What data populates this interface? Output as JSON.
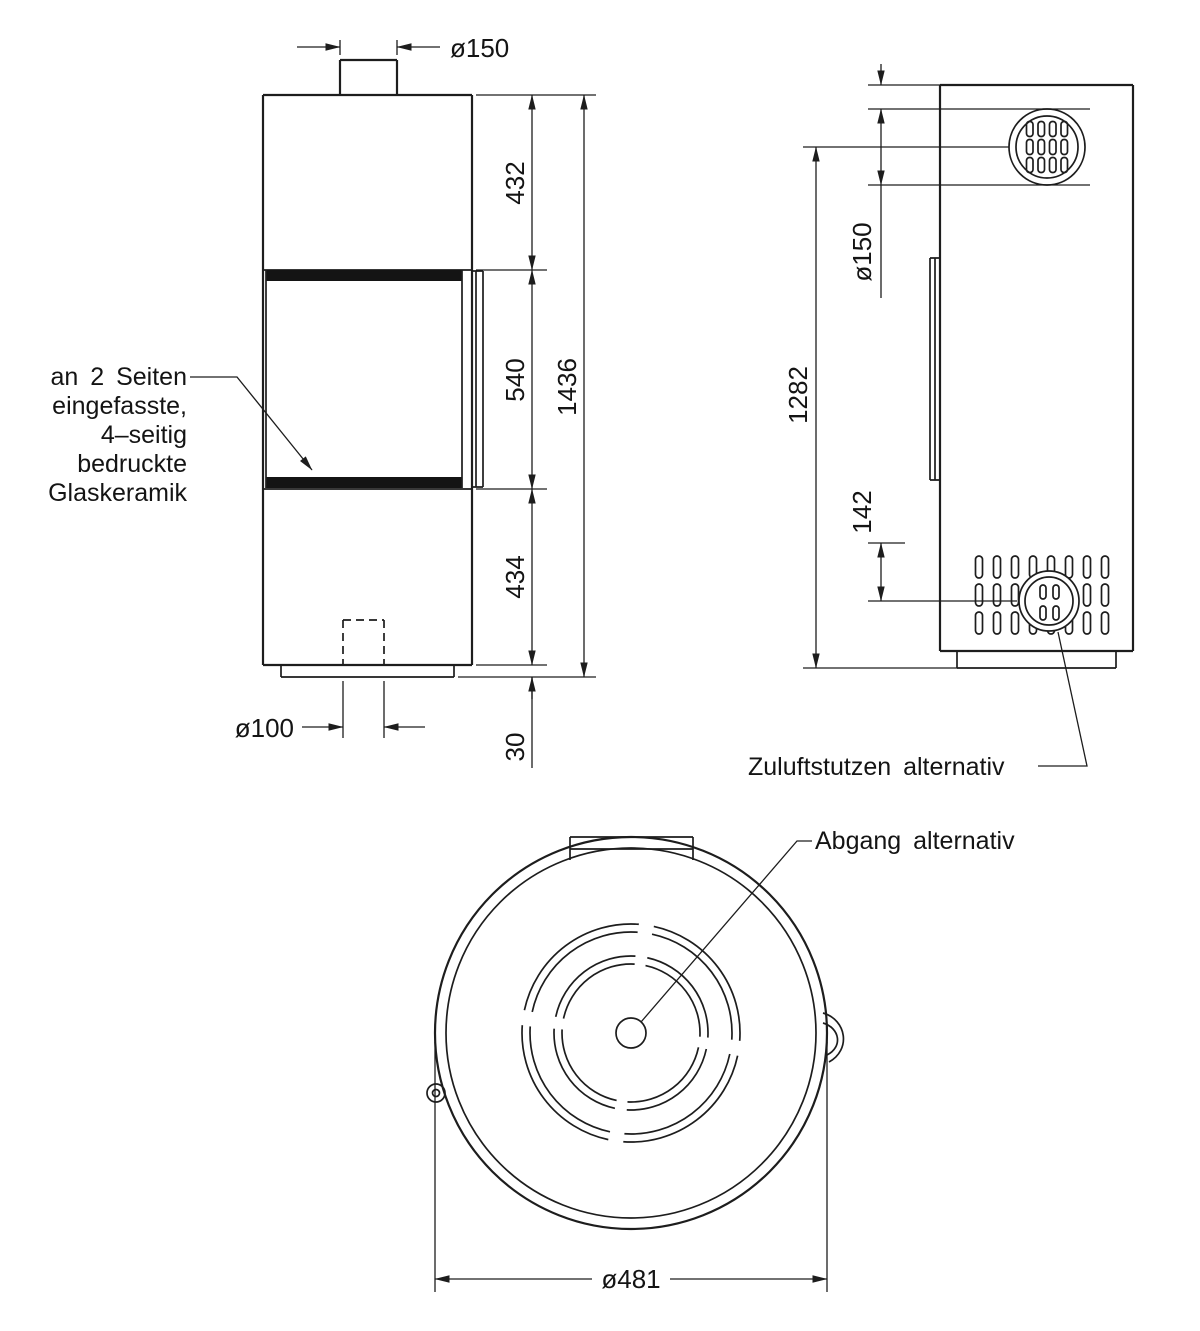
{
  "colors": {
    "line": "#1d1d1d",
    "background": "#ffffff",
    "glass_band": "#141414"
  },
  "front_view": {
    "labels": {
      "flue_top_diameter": "ø150",
      "upper_section_height": "432",
      "glass_section_height": "540",
      "lower_section_height": "434",
      "total_height": "1436",
      "base_height": "30",
      "bottom_outlet_diameter": "ø100"
    },
    "glass_annotation_lines": [
      "an 2 Seiten",
      "eingefasste,",
      "4–seitig",
      "bedruckte",
      "Glaskeramik"
    ]
  },
  "side_view": {
    "labels": {
      "flue_diameter": "ø150",
      "flue_center_to_floor": "1282",
      "air_inlet_offset": "142"
    },
    "air_inlet_annotation": "Zuluftstutzen alternativ"
  },
  "top_view": {
    "labels": {
      "outer_diameter": "ø481"
    },
    "outlet_annotation": "Abgang alternativ"
  }
}
